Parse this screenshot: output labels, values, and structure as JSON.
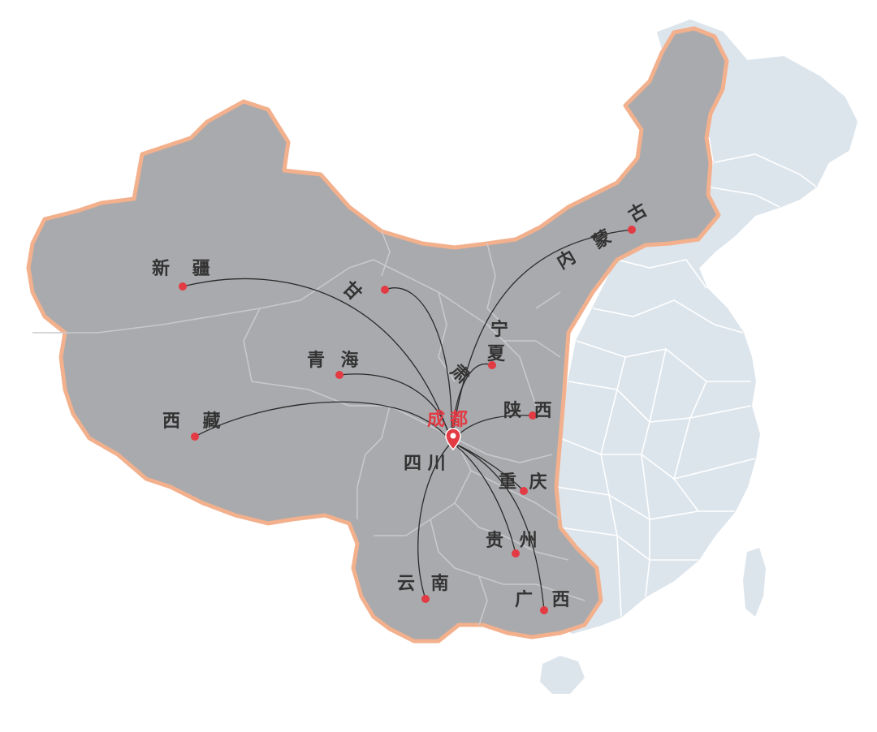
{
  "colors": {
    "west_fill": "#a9aaad",
    "west_border": "#f2b08d",
    "east_fill": "#dde5ec",
    "marker": "#e23b44",
    "route": "#2b2b2b",
    "label": "#333333"
  },
  "center": {
    "label": "成都",
    "sub_label": "四 川"
  },
  "destinations": [
    {
      "name": "新 疆",
      "key": "xinjiang"
    },
    {
      "name": "甘",
      "key": "gansu-gan"
    },
    {
      "name": "肃",
      "key": "gansu-su"
    },
    {
      "name": "宁",
      "key": "ningxia-ning"
    },
    {
      "name": "夏",
      "key": "ningxia-xia"
    },
    {
      "name": "内",
      "key": "nm-nei"
    },
    {
      "name": "蒙",
      "key": "nm-meng"
    },
    {
      "name": "古",
      "key": "nm-gu"
    },
    {
      "name": "青 海",
      "key": "qinghai"
    },
    {
      "name": "西 藏",
      "key": "xizang"
    },
    {
      "name": "陕 西",
      "key": "shaanxi"
    },
    {
      "name": "重 庆",
      "key": "chongqing"
    },
    {
      "name": "贵 州",
      "key": "guizhou"
    },
    {
      "name": "云 南",
      "key": "yunnan"
    },
    {
      "name": "广 西",
      "key": "guangxi"
    }
  ]
}
